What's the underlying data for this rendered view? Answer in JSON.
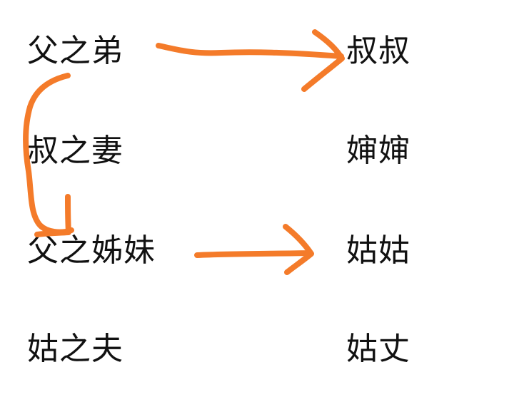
{
  "rows": [
    {
      "description": "父之弟",
      "term": "叔叔"
    },
    {
      "description": "叔之妻",
      "term": "婶婶"
    },
    {
      "description": "父之姊妹",
      "term": "姑姑"
    },
    {
      "description": "姑之夫",
      "term": "姑丈"
    }
  ],
  "annotation_color": "#F47B2A"
}
